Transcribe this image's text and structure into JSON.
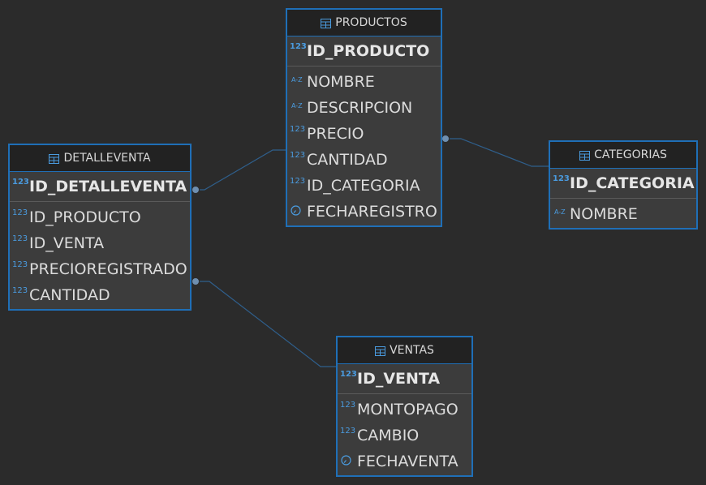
{
  "tables": {
    "productos": {
      "name": "PRODUCTOS",
      "pk": {
        "type": "123",
        "name": "ID_PRODUCTO"
      },
      "columns": [
        {
          "type": "A-Z",
          "name": "NOMBRE"
        },
        {
          "type": "A-Z",
          "name": "DESCRIPCION"
        },
        {
          "type": "123",
          "name": "PRECIO"
        },
        {
          "type": "123",
          "name": "CANTIDAD"
        },
        {
          "type": "123",
          "name": "ID_CATEGORIA"
        },
        {
          "type": "clock",
          "name": "FECHAREGISTRO"
        }
      ]
    },
    "detalleventa": {
      "name": "DETALLEVENTA",
      "pk": {
        "type": "123",
        "name": "ID_DETALLEVENTA"
      },
      "columns": [
        {
          "type": "123",
          "name": "ID_PRODUCTO"
        },
        {
          "type": "123",
          "name": "ID_VENTA"
        },
        {
          "type": "123",
          "name": "PRECIOREGISTRADO"
        },
        {
          "type": "123",
          "name": "CANTIDAD"
        }
      ]
    },
    "categorias": {
      "name": "CATEGORIAS",
      "pk": {
        "type": "123",
        "name": "ID_CATEGORIA"
      },
      "columns": [
        {
          "type": "A-Z",
          "name": "NOMBRE"
        }
      ]
    },
    "ventas": {
      "name": "VENTAS",
      "pk": {
        "type": "123",
        "name": "ID_VENTA"
      },
      "columns": [
        {
          "type": "123",
          "name": "MONTOPAGO"
        },
        {
          "type": "123",
          "name": "CAMBIO"
        },
        {
          "type": "clock",
          "name": "FECHAVENTA"
        }
      ]
    }
  },
  "colors": {
    "background": "#2b2b2b",
    "table_border": "#1f6fb7",
    "type_icon": "#4a9bdf",
    "link_line": "#2f5f8c"
  }
}
